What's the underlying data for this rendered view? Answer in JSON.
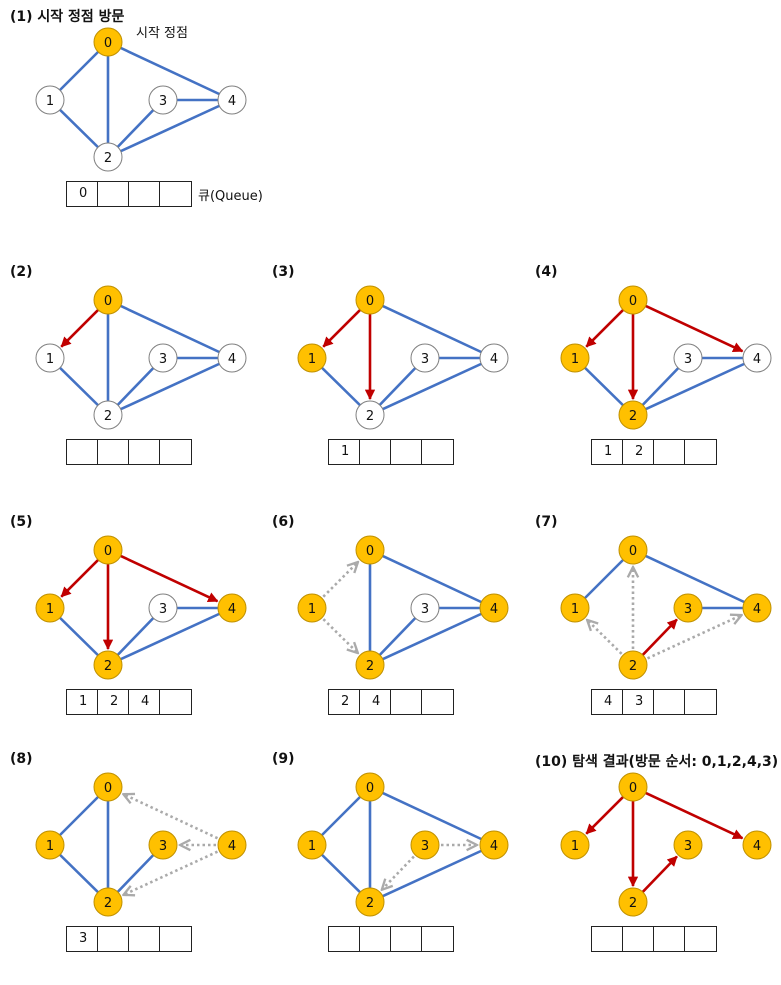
{
  "colors": {
    "edge": "#4472C4",
    "arrow": "#C00000",
    "dotted": "#AAAAAA",
    "visited_fill": "#FFC000",
    "visited_stroke": "#BF9000",
    "unvisited_fill": "#FFFFFF",
    "unvisited_stroke": "#808080"
  },
  "start_label": "시작 정점",
  "queue_label": "큐(Queue)",
  "nodes": [
    {
      "id": "0",
      "label": "0"
    },
    {
      "id": "1",
      "label": "1"
    },
    {
      "id": "2",
      "label": "2"
    },
    {
      "id": "3",
      "label": "3"
    },
    {
      "id": "4",
      "label": "4"
    }
  ],
  "graph_edges": [
    [
      "0",
      "1"
    ],
    [
      "0",
      "2"
    ],
    [
      "0",
      "4"
    ],
    [
      "1",
      "2"
    ],
    [
      "2",
      "3"
    ],
    [
      "2",
      "4"
    ],
    [
      "3",
      "4"
    ]
  ],
  "steps": [
    {
      "title": "(1) 시작 정점 방문",
      "visited": [
        "0"
      ],
      "arrows": [],
      "dotted": [],
      "queue": [
        "0",
        "",
        "",
        ""
      ],
      "show_start": true,
      "show_queue_label": true
    },
    {
      "title": "(2)",
      "visited": [
        "0"
      ],
      "arrows": [
        [
          "0",
          "1"
        ]
      ],
      "dotted": [],
      "queue": [
        "",
        "",
        "",
        ""
      ]
    },
    {
      "title": "(3)",
      "visited": [
        "0",
        "1"
      ],
      "arrows": [
        [
          "0",
          "1"
        ],
        [
          "0",
          "2"
        ]
      ],
      "dotted": [],
      "queue": [
        "1",
        "",
        "",
        ""
      ]
    },
    {
      "title": "(4)",
      "visited": [
        "0",
        "1",
        "2"
      ],
      "arrows": [
        [
          "0",
          "1"
        ],
        [
          "0",
          "2"
        ],
        [
          "0",
          "4"
        ]
      ],
      "dotted": [],
      "queue": [
        "1",
        "2",
        "",
        ""
      ]
    },
    {
      "title": "(5)",
      "visited": [
        "0",
        "1",
        "2",
        "4"
      ],
      "arrows": [
        [
          "0",
          "1"
        ],
        [
          "0",
          "2"
        ],
        [
          "0",
          "4"
        ]
      ],
      "dotted": [],
      "queue": [
        "1",
        "2",
        "4",
        ""
      ]
    },
    {
      "title": "(6)",
      "visited": [
        "0",
        "1",
        "2",
        "4"
      ],
      "arrows": [],
      "dotted": [
        [
          "1",
          "0"
        ],
        [
          "1",
          "2"
        ]
      ],
      "queue": [
        "2",
        "4",
        "",
        ""
      ]
    },
    {
      "title": "(7)",
      "visited": [
        "0",
        "1",
        "2",
        "3",
        "4"
      ],
      "arrows": [
        [
          "2",
          "3"
        ]
      ],
      "dotted": [
        [
          "2",
          "0"
        ],
        [
          "2",
          "1"
        ],
        [
          "2",
          "4"
        ]
      ],
      "queue": [
        "4",
        "3",
        "",
        ""
      ]
    },
    {
      "title": "(8)",
      "visited": [
        "0",
        "1",
        "2",
        "3",
        "4"
      ],
      "arrows": [],
      "dotted": [
        [
          "4",
          "0"
        ],
        [
          "4",
          "3"
        ],
        [
          "4",
          "2"
        ]
      ],
      "queue": [
        "3",
        "",
        "",
        ""
      ]
    },
    {
      "title": "(9)",
      "visited": [
        "0",
        "1",
        "2",
        "3",
        "4"
      ],
      "arrows": [],
      "dotted": [
        [
          "3",
          "4"
        ],
        [
          "3",
          "2"
        ]
      ],
      "queue": [
        "",
        "",
        "",
        ""
      ]
    },
    {
      "title": "(10) 탐색 결과(방문 순서: 0,1,2,4,3)",
      "visited": [
        "0",
        "1",
        "2",
        "3",
        "4"
      ],
      "arrows": [
        [
          "0",
          "1"
        ],
        [
          "0",
          "2"
        ],
        [
          "0",
          "4"
        ],
        [
          "2",
          "3"
        ]
      ],
      "dotted": [],
      "queue": [
        "",
        "",
        "",
        ""
      ],
      "tree_only": true
    }
  ]
}
